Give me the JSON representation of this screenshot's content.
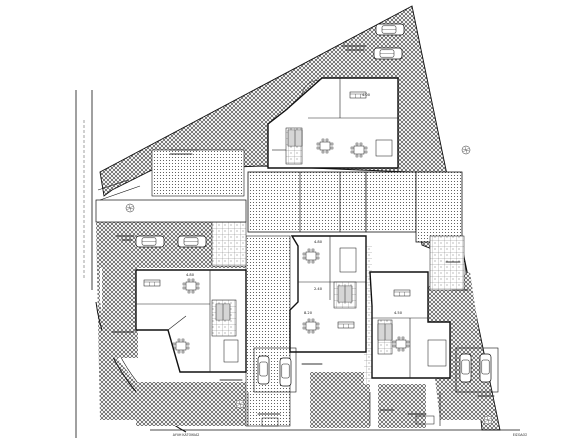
{
  "plan": {
    "background": "#ffffff",
    "hatch_color": "#2a2a2a",
    "line_color": "#111111",
    "dimension_labels": {
      "north_unit": "4.00",
      "west_unit": "4.80",
      "center_unit": "4.80",
      "center_unit_lower": "8.20",
      "east_unit": "4.50",
      "stair_dim": "2.40"
    },
    "bottom_labels": {
      "left": "ΑΥΛΗ ΚΑΤΟΙΚΙΑΣ",
      "right": "ΕΙΣΟΔΟΣ"
    },
    "icons": [
      "car-icon",
      "table-icon",
      "sofa-icon",
      "stair-icon",
      "tree-icon"
    ]
  }
}
